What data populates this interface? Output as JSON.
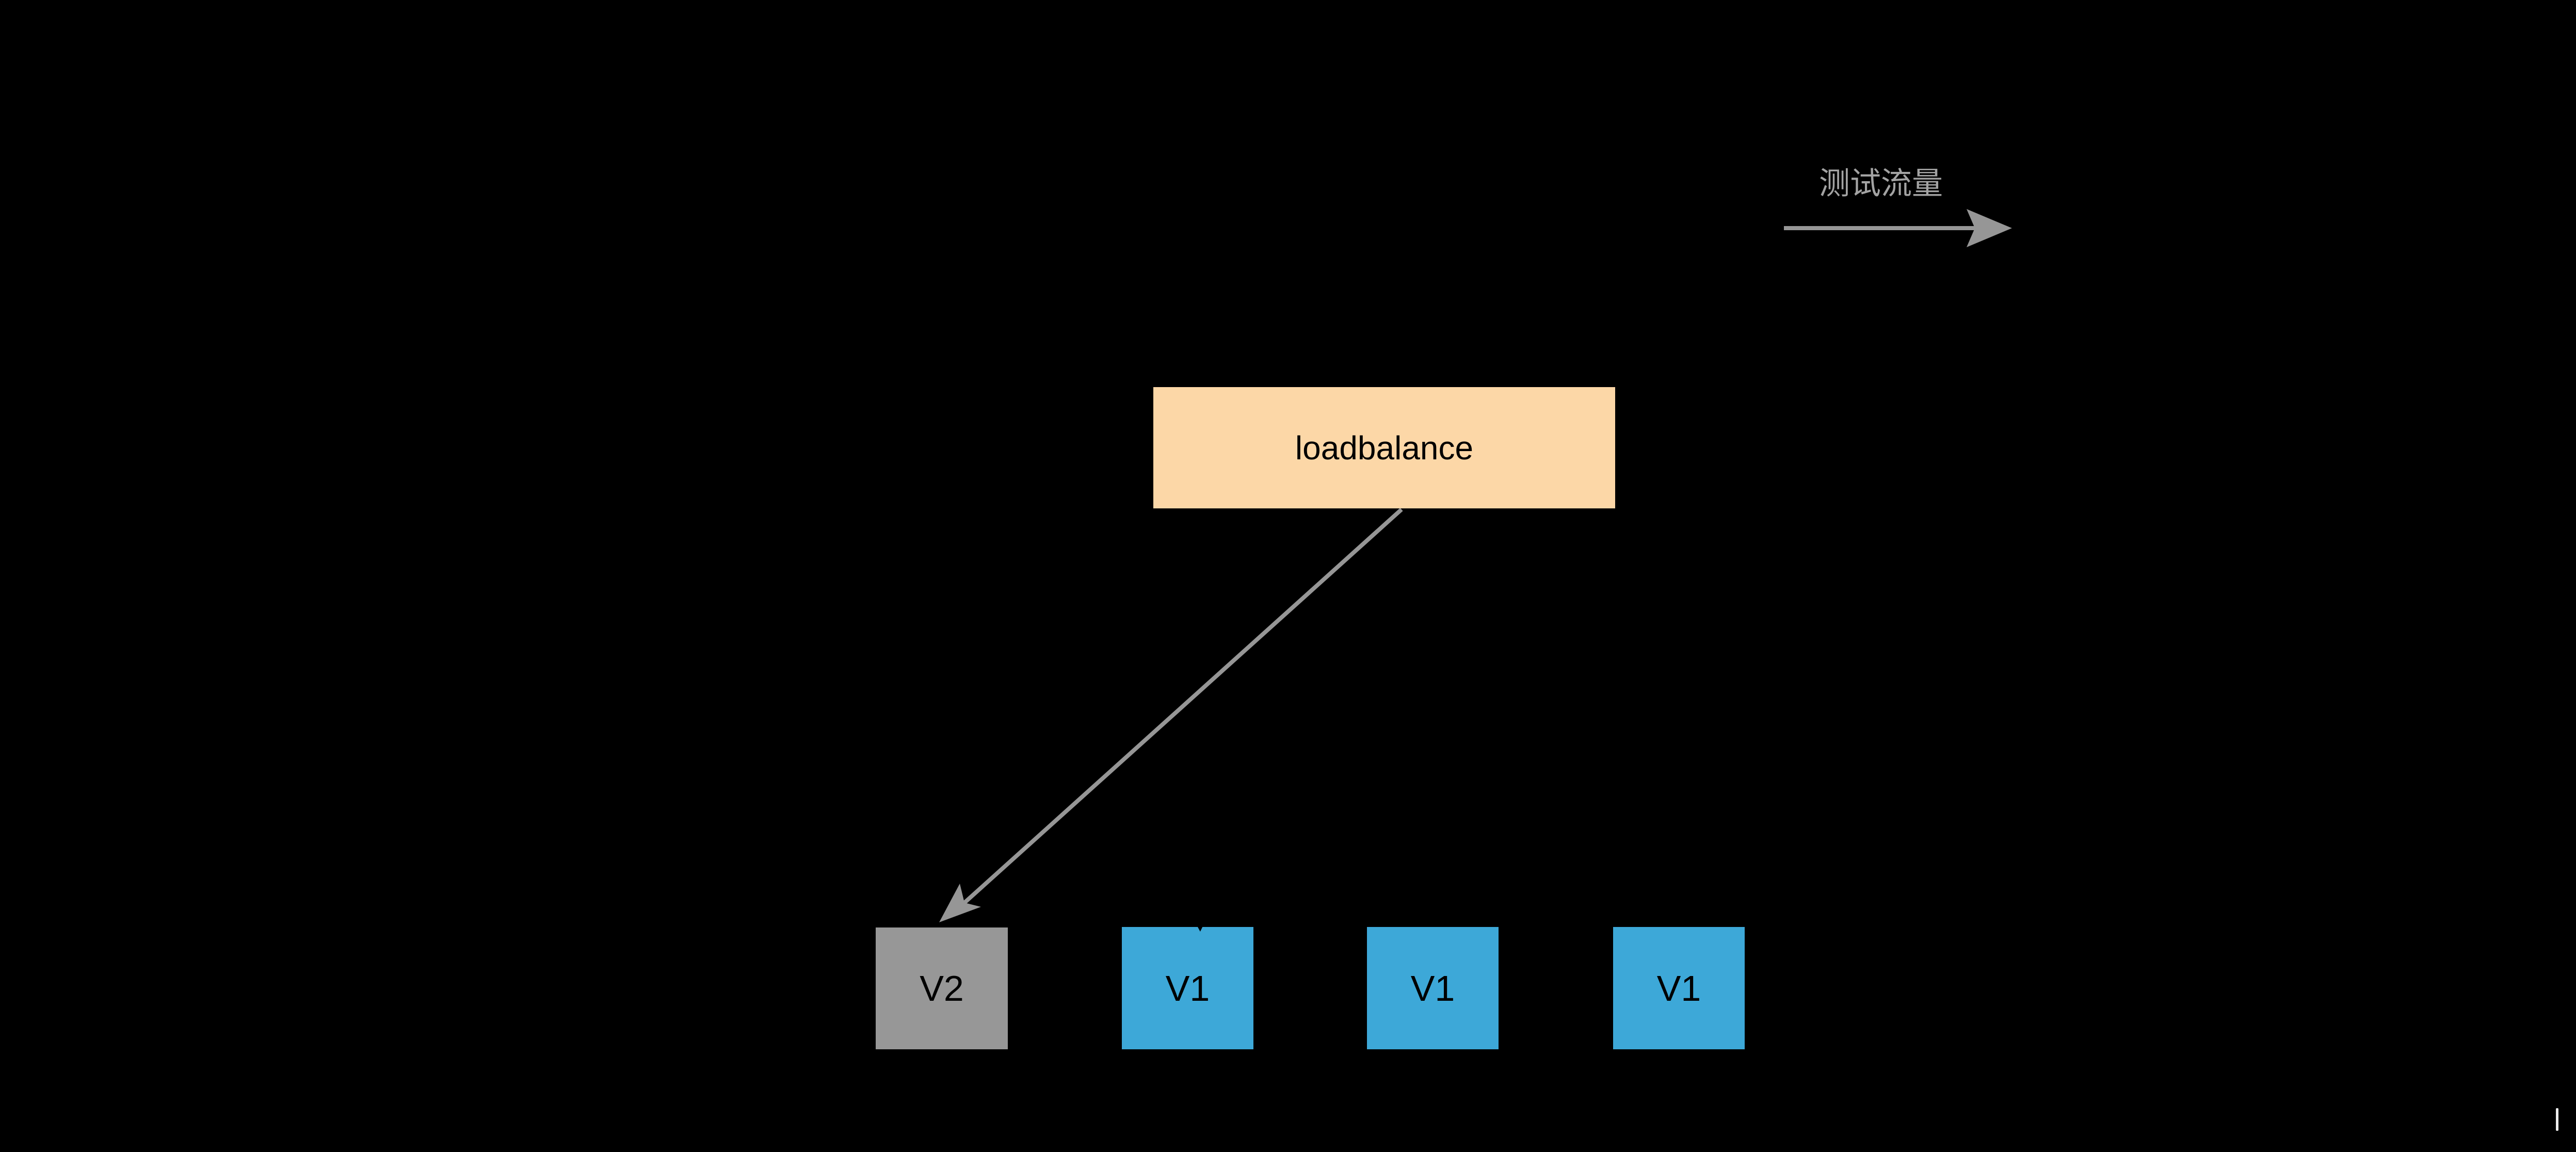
{
  "canvas": {
    "background": "#000000"
  },
  "traffic_annotation": {
    "label": "测试流量"
  },
  "nodes": {
    "loadbalance": {
      "label": "loadbalance"
    },
    "v2": {
      "label": "V2"
    },
    "v1_1": {
      "label": "V1"
    },
    "v1_2": {
      "label": "V1"
    },
    "v1_3": {
      "label": "V1"
    }
  },
  "icons": {
    "traffic_arrow": "right-arrow",
    "edge_arrow": "down-left-arrow"
  },
  "colors": {
    "bg": "#000000",
    "arrow": "#969696",
    "notetext": "#A3A3A3",
    "label": "#000000",
    "peach": "#FCD7A7",
    "gray": "#979797",
    "blue": "#3DA8D8",
    "caret": "#EDEDED"
  }
}
